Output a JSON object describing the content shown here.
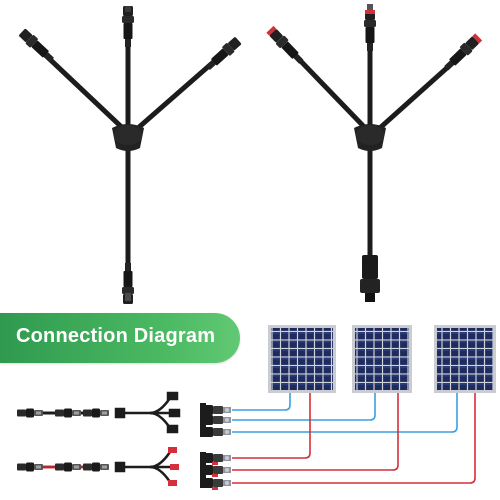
{
  "banner": {
    "title": "Connection Diagram"
  },
  "colors": {
    "banner_green": "#3aaa58",
    "cable_black": "#1c1c1c",
    "positive_wire": "#d62e3a",
    "negative_wire": "#3aa0e0",
    "panel_cell": "#1e2a5c",
    "panel_frame": "#c9cdd2"
  },
  "items": {
    "branch_connectors": [
      "mc4-y-branch-3to1-black",
      "mc4-y-branch-3to1-red-marked"
    ],
    "solar_panels": [
      "solar-panel-1",
      "solar-panel-2",
      "solar-panel-3"
    ],
    "wiring": [
      "positive-wire",
      "negative-wire"
    ]
  }
}
